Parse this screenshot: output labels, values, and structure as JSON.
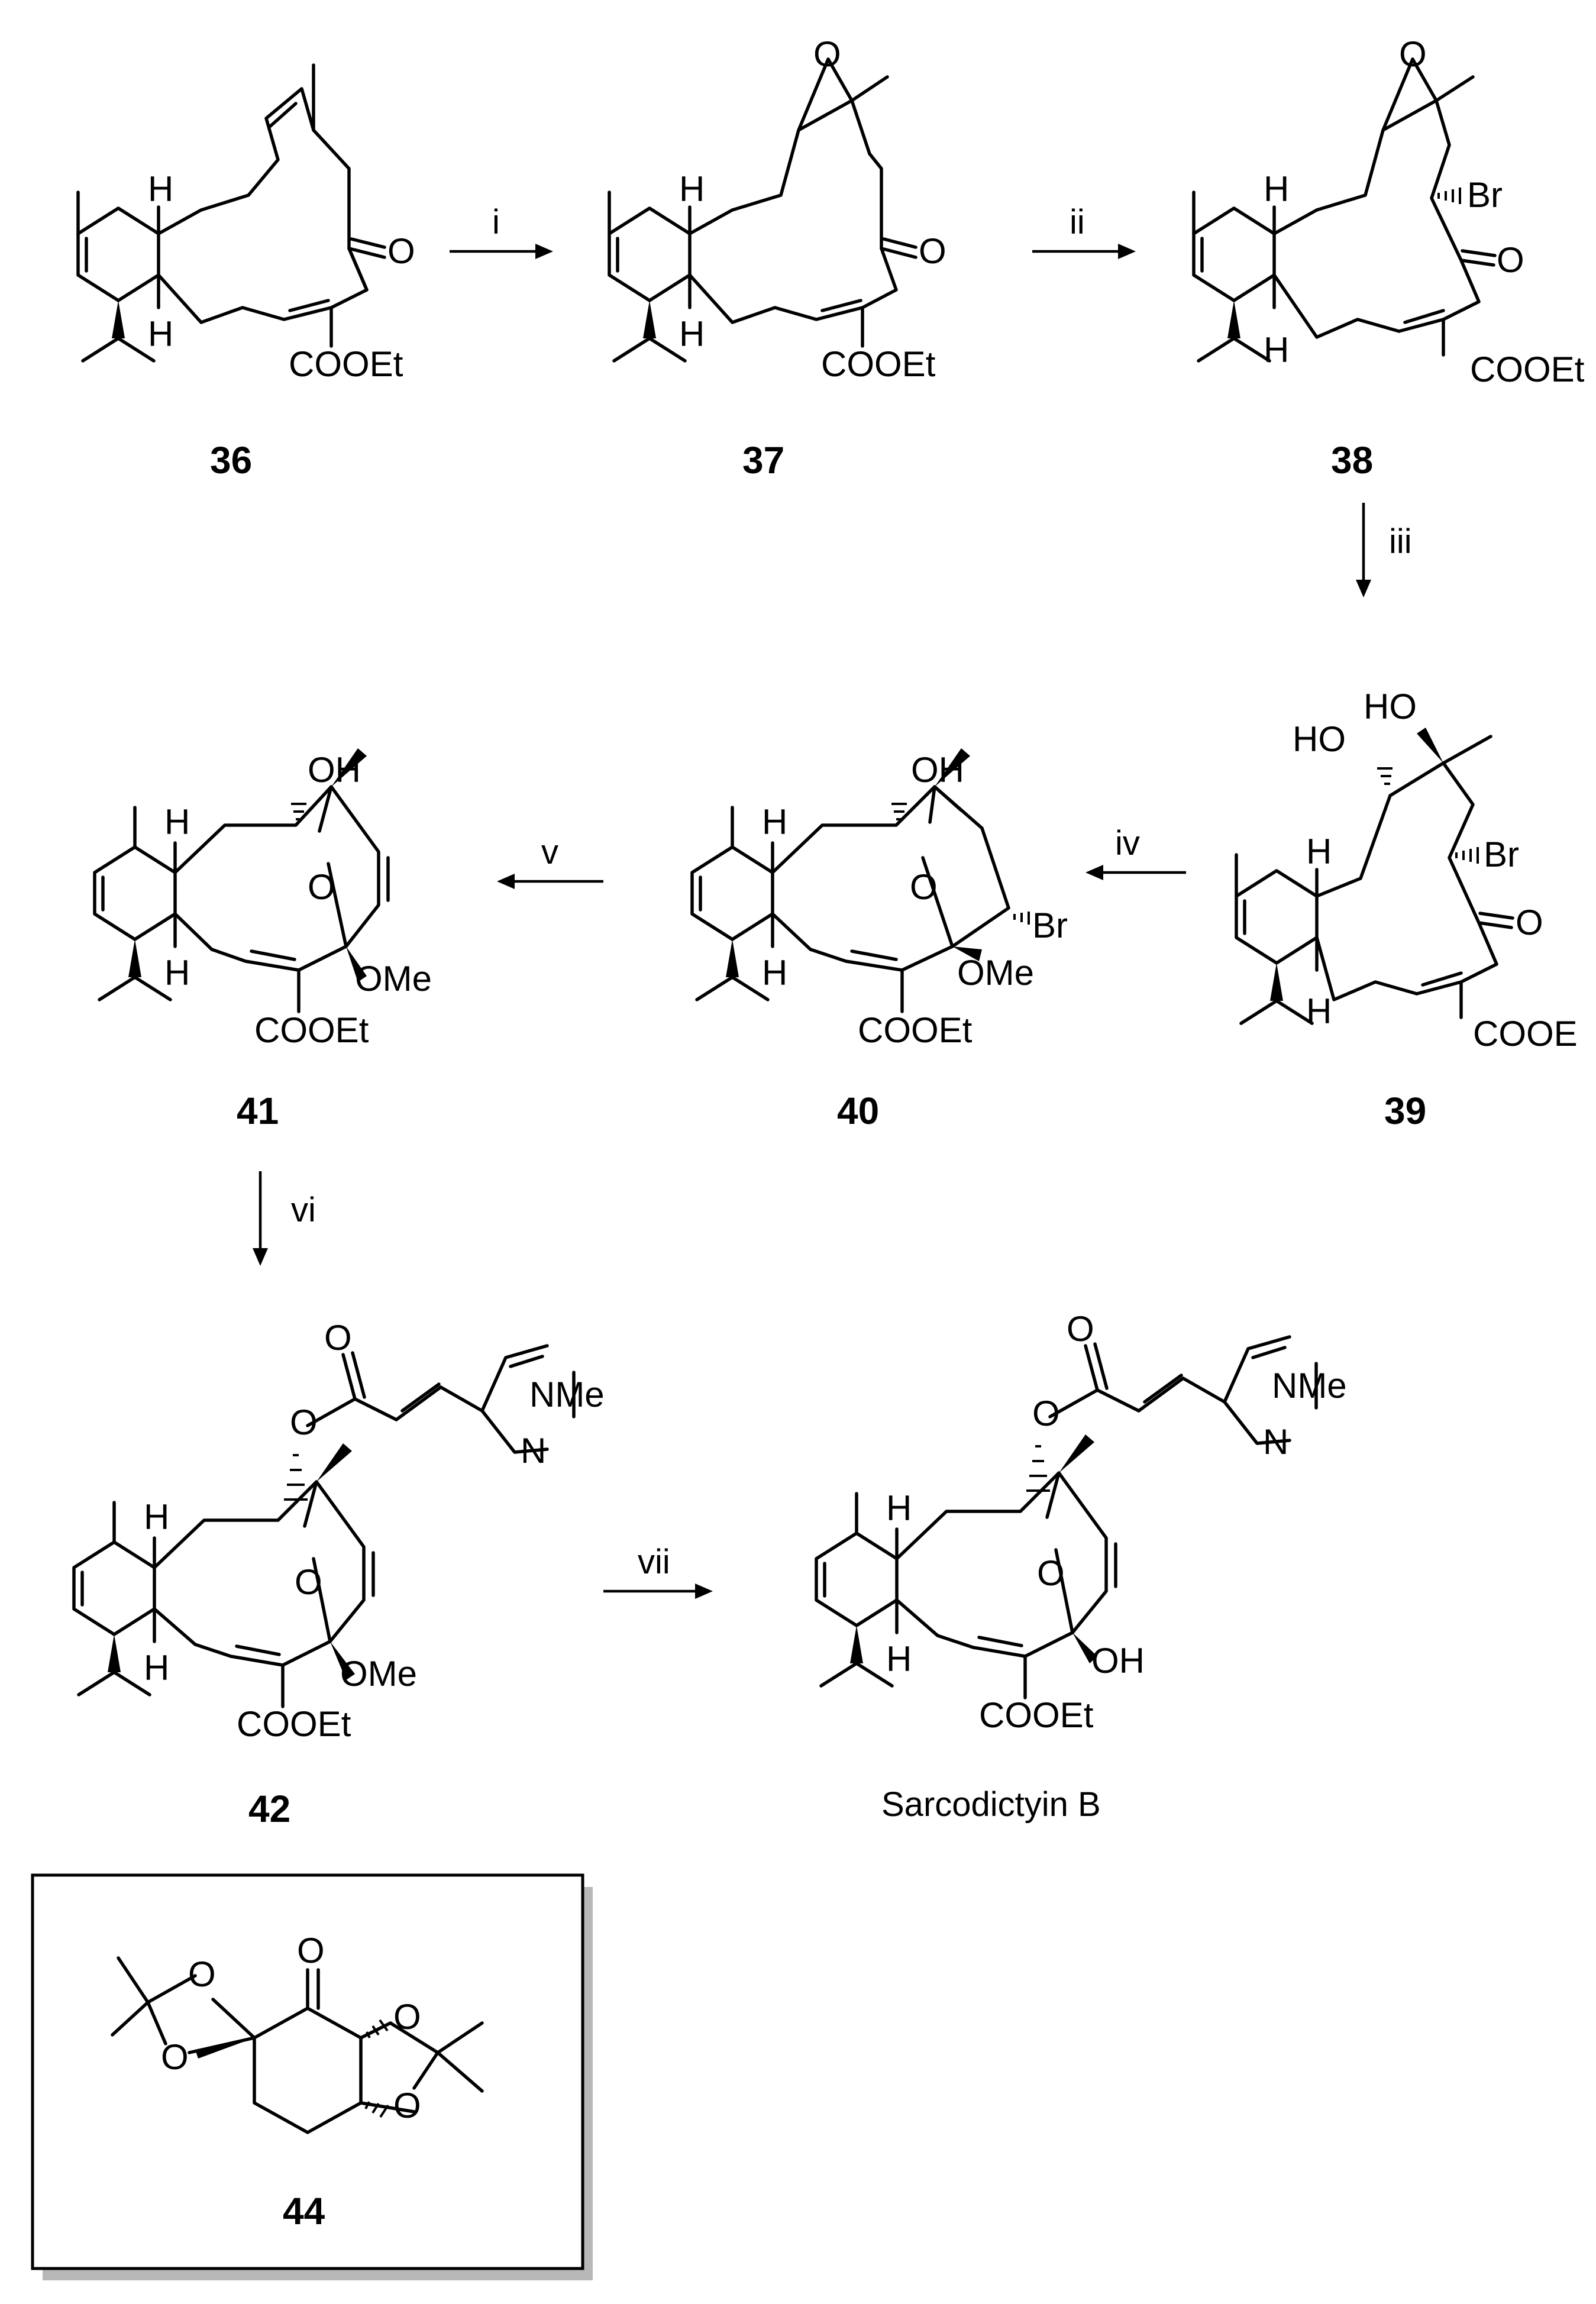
{
  "compounds": {
    "c36": "36",
    "c37": "37",
    "c38": "38",
    "c39": "39",
    "c40": "40",
    "c41": "41",
    "c42": "42",
    "product": "Sarcodictyin B",
    "c44": "44"
  },
  "steps": {
    "i": "i",
    "ii": "ii",
    "iii": "iii",
    "iv": "iv",
    "v": "v",
    "vi": "vi",
    "vii": "vii"
  },
  "atoms": {
    "H": "H",
    "O": "O",
    "OH": "OH",
    "HO": "HO",
    "Br": "Br",
    "OMe": "OMe",
    "COOEt": "COOEt",
    "COOE_cut": "COOE",
    "N": "N",
    "NMe": "NMe"
  }
}
